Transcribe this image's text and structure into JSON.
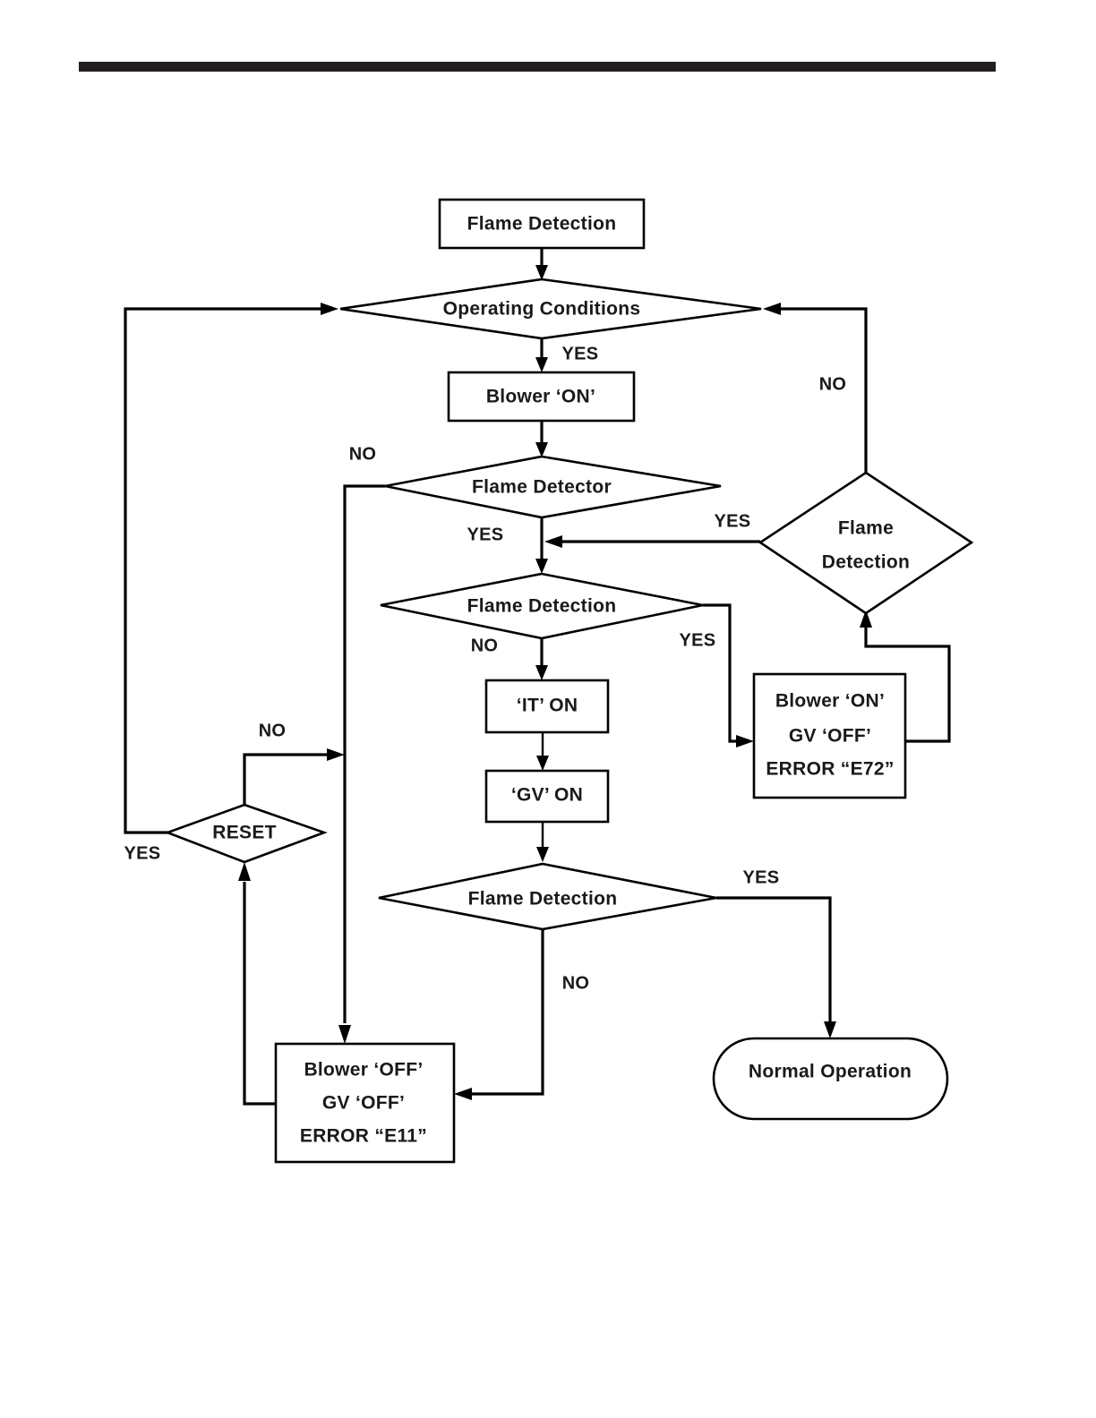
{
  "page": {
    "title": "Flame Detection Control Flowchart",
    "background_color": "#ffffff",
    "line_color": "#000000",
    "text_color": "#1a1a1a",
    "header_rule_color": "#231f20"
  },
  "nodes": {
    "start": {
      "label": "Flame Detection",
      "shape": "rectangle"
    },
    "operating_conditions": {
      "label": "Operating Conditions",
      "shape": "diamond"
    },
    "blower_on": {
      "label": "Blower ‘ON’",
      "shape": "rectangle"
    },
    "flame_detector": {
      "label": "Flame Detector",
      "shape": "diamond"
    },
    "flame_detection_right_line1": {
      "label": "Flame",
      "shape": "diamond"
    },
    "flame_detection_right_line2": {
      "label": "Detection",
      "shape": "diamond"
    },
    "flame_detection_mid": {
      "label": "Flame Detection",
      "shape": "diamond"
    },
    "it_on": {
      "label": "‘IT’ ON",
      "shape": "rectangle"
    },
    "gv_on": {
      "label": "‘GV’ ON",
      "shape": "rectangle"
    },
    "flame_detection_bottom": {
      "label": "Flame Detection",
      "shape": "diamond"
    },
    "reset": {
      "label": "RESET",
      "shape": "diamond"
    },
    "error_e72_line1": {
      "label": "Blower ‘ON’",
      "shape": "rectangle"
    },
    "error_e72_line2": {
      "label": "GV ‘OFF’",
      "shape": "rectangle"
    },
    "error_e72_line3": {
      "label": "ERROR “E72”",
      "shape": "rectangle"
    },
    "error_e11_line1": {
      "label": "Blower ‘OFF’",
      "shape": "rectangle"
    },
    "error_e11_line2": {
      "label": "GV ‘OFF’",
      "shape": "rectangle"
    },
    "error_e11_line3": {
      "label": "ERROR “E11”",
      "shape": "rectangle"
    },
    "normal_operation": {
      "label": "Normal Operation",
      "shape": "stadium"
    }
  },
  "edge_labels": {
    "oc_yes": "YES",
    "oc_no": "NO",
    "fd_no": "NO",
    "fd_yes": "YES",
    "right_yes": "YES",
    "mid_no": "NO",
    "mid_yes": "YES",
    "reset_no": "NO",
    "reset_yes": "YES",
    "bottom_yes": "YES",
    "bottom_no": "NO"
  }
}
